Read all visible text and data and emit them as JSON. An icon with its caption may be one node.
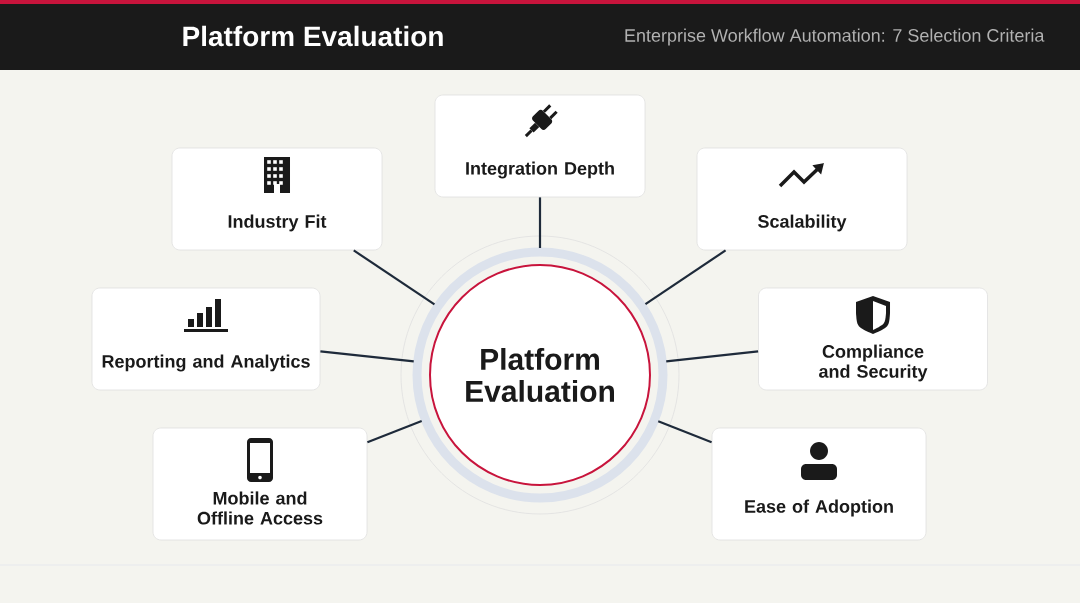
{
  "diagram": {
    "title": "Platform Evaluation",
    "nodes": [
      {
        "text": [
          "Platform Evaluation"
        ]
      },
      {
        "text": [
          "Integration Depth"
        ]
      },
      {
        "text": [
          "Industry Fit"
        ]
      },
      {
        "text": [
          "Scalability"
        ]
      },
      {
        "text": [
          "Reporting and Analytics"
        ]
      },
      {
        "text": [
          "Compliance and Security"
        ]
      },
      {
        "text": [
          "Mobile and Offline Access"
        ]
      },
      {
        "text": [
          "Ease of Adoption"
        ]
      }
    ],
    "edges": [
      {
        "from": 0,
        "to": 1,
        "arrow": "none"
      },
      {
        "from": 0,
        "to": 2,
        "arrow": "none"
      },
      {
        "from": 0,
        "to": 3,
        "arrow": "none"
      },
      {
        "from": 0,
        "to": 4,
        "arrow": "none"
      },
      {
        "from": 0,
        "to": 5,
        "arrow": "none"
      },
      {
        "from": 0,
        "to": 6,
        "arrow": "none"
      },
      {
        "from": 0,
        "to": 7,
        "arrow": "none"
      }
    ],
    "labels": [
      "Enterprise Workflow Automation: 7 Selection Criteria"
    ]
  }
}
